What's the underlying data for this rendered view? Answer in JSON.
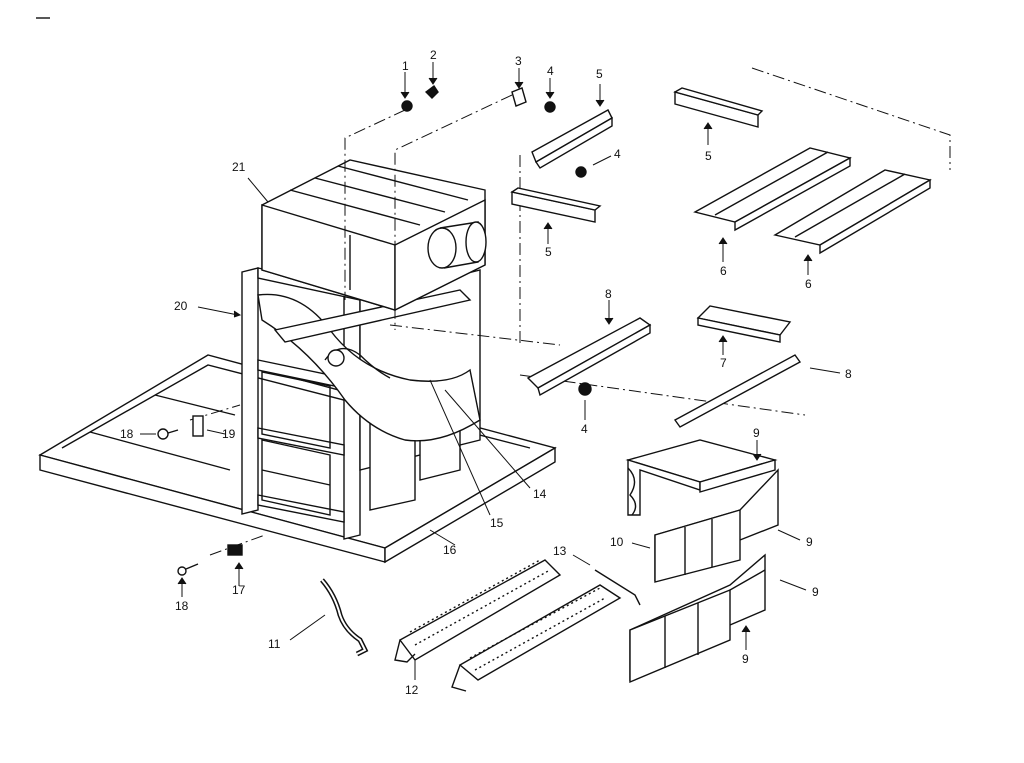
{
  "callouts": {
    "c1": "1",
    "c2": "2",
    "c3": "3",
    "c4a": "4",
    "c4b": "4",
    "c4c": "4",
    "c5a": "5",
    "c5b": "5",
    "c5c": "5",
    "c6a": "6",
    "c6b": "6",
    "c7": "7",
    "c8a": "8",
    "c8b": "8",
    "c9a": "9",
    "c9b": "9",
    "c9c": "9",
    "c9d": "9",
    "c10": "10",
    "c11": "11",
    "c12": "12",
    "c13": "13",
    "c14": "14",
    "c15": "15",
    "c16": "16",
    "c17": "17",
    "c18a": "18",
    "c18b": "18",
    "c19": "19",
    "c20": "20",
    "c21": "21"
  },
  "colors": {
    "ink": "#111111",
    "paper": "#ffffff"
  }
}
